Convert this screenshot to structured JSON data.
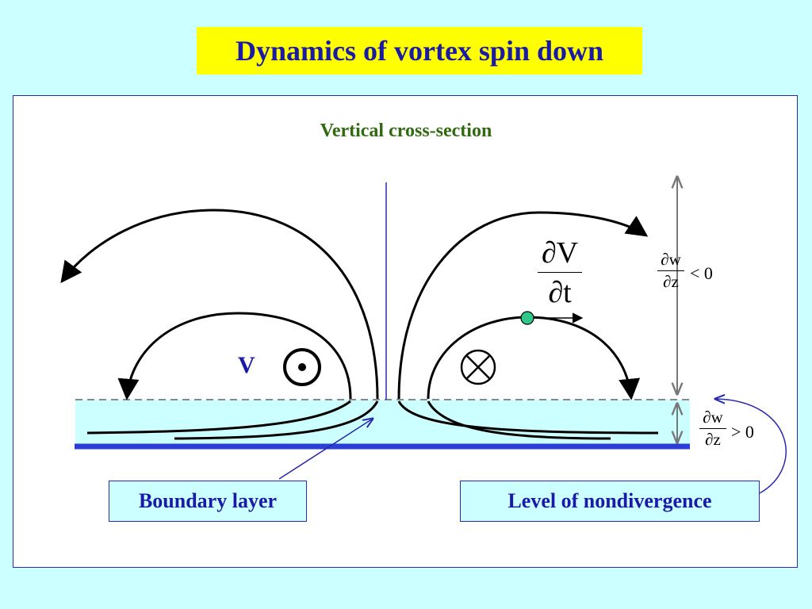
{
  "slide": {
    "title": "Dynamics of vortex spin down",
    "subtitle": "Vertical cross-section"
  },
  "labels": {
    "velocity_symbol": "V",
    "boundary_layer": "Boundary layer",
    "level_of_nondivergence": "Level of nondivergence"
  },
  "equations": {
    "dv_dt": {
      "numerator": "∂V",
      "denominator": "∂t"
    },
    "upper_divergence": {
      "numerator": "∂w",
      "denominator": "∂z",
      "relation": "< 0"
    },
    "lower_divergence": {
      "numerator": "∂w",
      "denominator": "∂z",
      "relation": "> 0"
    }
  },
  "colors": {
    "background": "#ccffff",
    "title_fill": "#ffff00",
    "title_text": "#1a1aa8",
    "subtitle_text": "#2f6a0f",
    "boundary_layer_fill": "#ccffff",
    "ground": "#2b3fd6",
    "parcel": "#2ec98a"
  },
  "icons": {
    "out_of_page": "circle-dot-icon",
    "into_page": "circle-cross-icon"
  }
}
